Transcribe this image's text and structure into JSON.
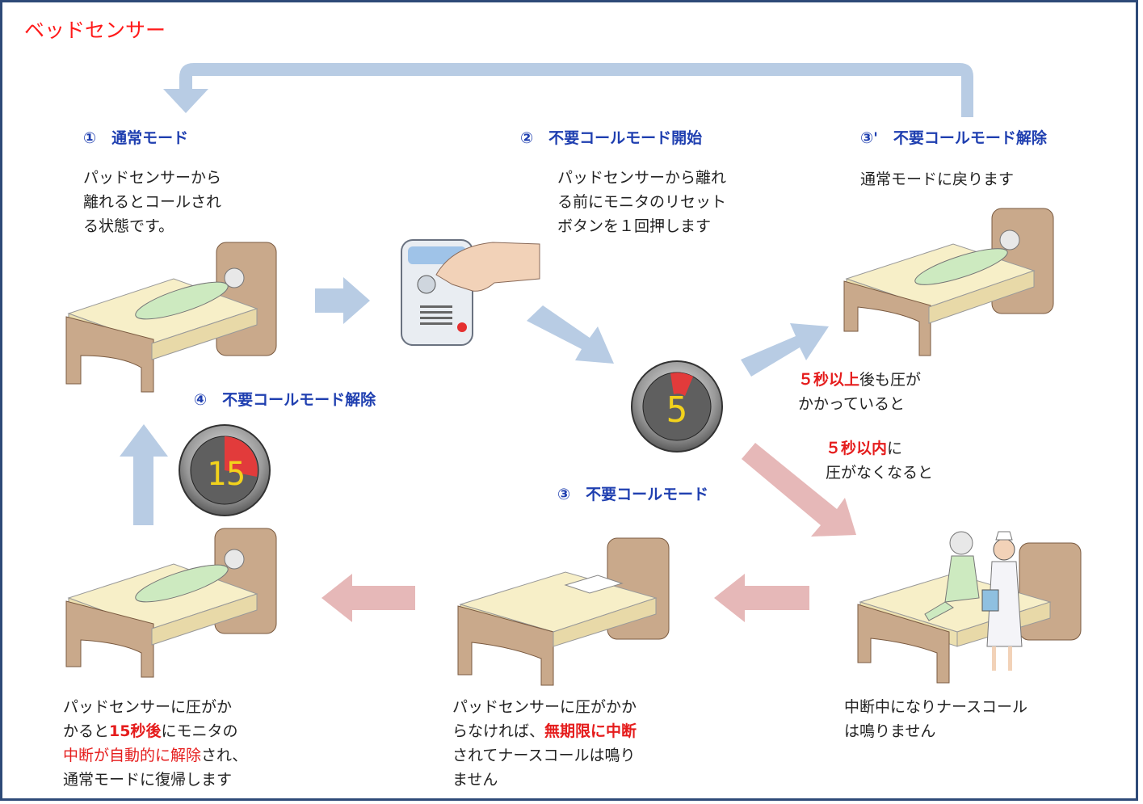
{
  "title": "ベッドセンサー",
  "steps": {
    "s1": "①　通常モード",
    "s2": "②　不要コールモード開始",
    "s3dash": "③'　不要コールモード解除",
    "s3": "③　不要コールモード",
    "s4": "④　不要コールモード解除"
  },
  "descriptions": {
    "d1": [
      "パッドセンサーから",
      "離れるとコールされ",
      "る状態です。"
    ],
    "d2": [
      "パッドセンサーから離れ",
      "る前にモニタのリセット",
      "ボタンを１回押します"
    ],
    "d3dash": "通常モードに戻ります",
    "cond_a_red": "５秒以上",
    "cond_a_rest1": "後も圧が",
    "cond_a_rest2": "かかっていると",
    "cond_b_red": "５秒以内",
    "cond_b_rest1": "に",
    "cond_b_rest2": "圧がなくなると",
    "bottom_right": [
      "中断中になりナースコール",
      "は鳴りません"
    ],
    "bottom_mid_1": "パッドセンサーに圧がかか",
    "bottom_mid_2a": "らなければ、",
    "bottom_mid_2b": "無期限に中断",
    "bottom_mid_3": "されてナースコールは鳴り",
    "bottom_mid_4": "ません",
    "bottom_left_1": "パッドセンサーに圧がか",
    "bottom_left_2a": "かると",
    "bottom_left_2b": "15秒後",
    "bottom_left_2c": "にモニタの",
    "bottom_left_3a": "中断が自動的に解除",
    "bottom_left_3b": "され、",
    "bottom_left_4": "通常モードに復帰します"
  },
  "timers": {
    "short": "5",
    "long": "15"
  },
  "colors": {
    "blue_arrow": "#b8cce4",
    "red_arrow": "#e6b8b8",
    "bed_wood": "#c9a98b",
    "mattress": "#f7efc8"
  }
}
